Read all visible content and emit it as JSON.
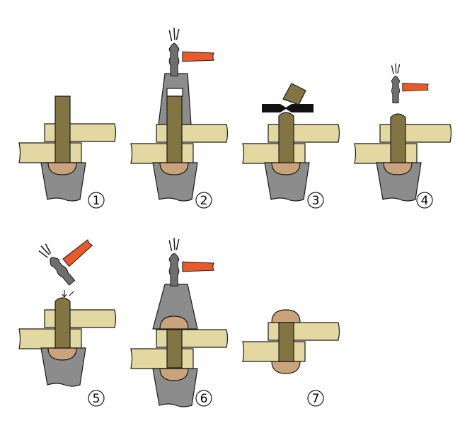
{
  "title": "Riveting steps",
  "steps": [
    "1",
    "2",
    "3",
    "4",
    "5",
    "6",
    "7"
  ],
  "colors": {
    "plate": "#e3d8a2",
    "rivet": "#837543",
    "tool": "#8c8c8c",
    "handle": "#e85a2a",
    "head": "#c9a47a",
    "outline": "#1a1a1a"
  }
}
